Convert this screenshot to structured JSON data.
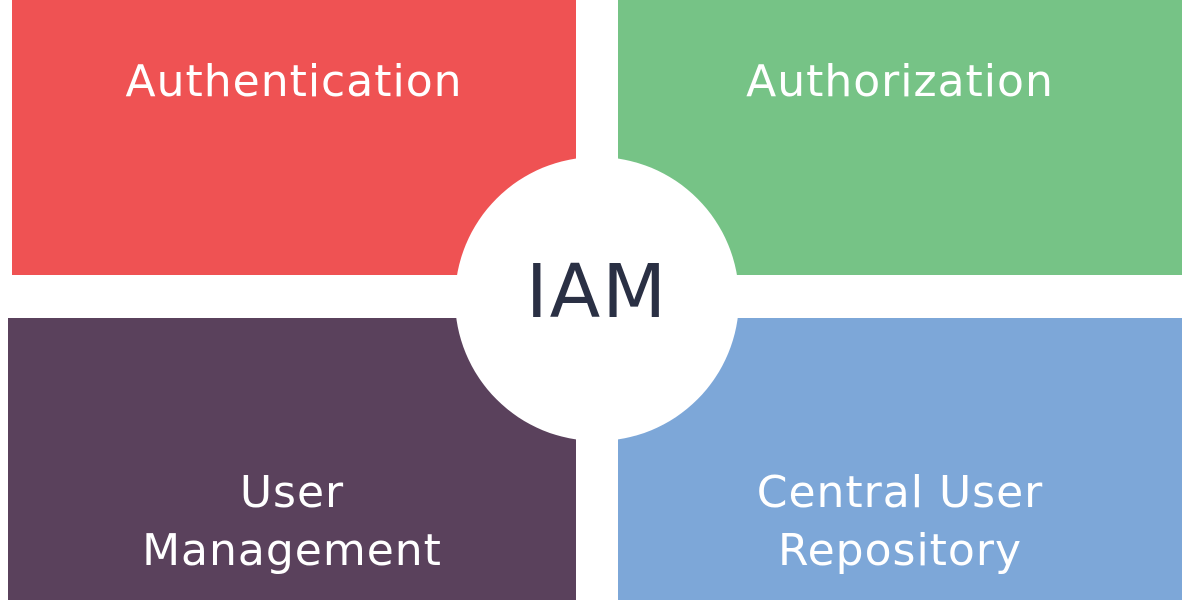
{
  "diagram": {
    "center": {
      "label": "IAM",
      "color": "#2a3044"
    },
    "quadrants": [
      {
        "id": "q-auth",
        "label_lines": [
          "Authentication"
        ],
        "color": "#ef5253"
      },
      {
        "id": "q-authz",
        "label_lines": [
          "Authorization"
        ],
        "color": "#76c386"
      },
      {
        "id": "q-user",
        "label_lines": [
          "User",
          "Management"
        ],
        "color": "#5a415c"
      },
      {
        "id": "q-repo",
        "label_lines": [
          "Central User",
          "Repository"
        ],
        "color": "#7da7d8"
      }
    ]
  }
}
